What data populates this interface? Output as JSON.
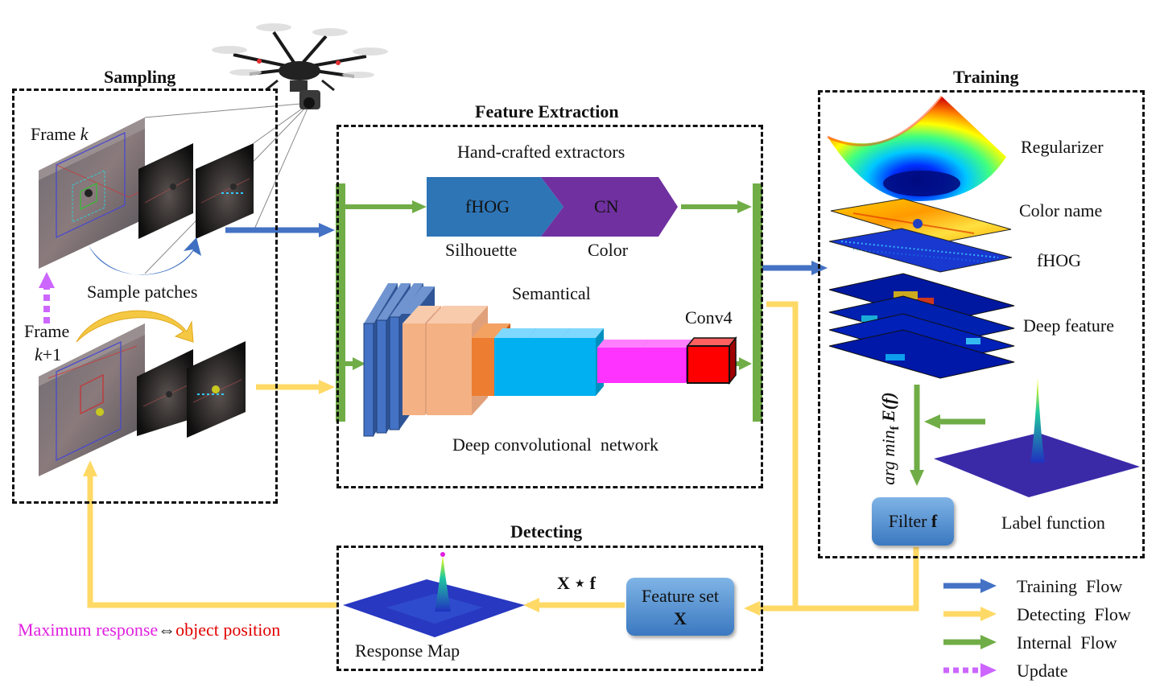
{
  "sections": {
    "sampling": "Sampling",
    "feature_extraction": "Feature Extraction",
    "training": "Training",
    "detecting": "Detecting"
  },
  "sampling": {
    "frame_k": "Frame",
    "frame_k_var": "k",
    "frame_k1_line1": "Frame",
    "frame_k1_var": "k",
    "frame_k1_suffix": "+1",
    "sample_patches": "Sample patches"
  },
  "feature_extraction": {
    "handcrafted": "Hand-crafted extractors",
    "fhog": "fHOG",
    "cn": "CN",
    "silhouette": "Silhouette",
    "color": "Color",
    "semantical": "Semantical",
    "conv4": "Conv4",
    "deep_network": "Deep convolutional  network"
  },
  "training": {
    "regularizer": "Regularizer",
    "color_name": "Color name",
    "fhog": "fHOG",
    "deep_feature": "Deep feature",
    "argmin": "arg min",
    "argmin_sub": "f",
    "argmin_expr": "E(f)",
    "filter_label": "Filter ",
    "filter_var": "f",
    "label_function": "Label function"
  },
  "detecting": {
    "feature_set_line1": "Feature set",
    "feature_set_line2": "X",
    "conv_expr": "X ⋆ f",
    "response_map": "Response Map",
    "max_response": "Maximum response",
    "equiv": "⇔",
    "object_position": "object position"
  },
  "legend": [
    {
      "label": "Training  Flow",
      "color": "#4472c4",
      "style": "solid"
    },
    {
      "label": "Detecting  Flow",
      "color": "#ffd966",
      "style": "solid"
    },
    {
      "label": "Internal  Flow",
      "color": "#70ad47",
      "style": "solid"
    },
    {
      "label": "Update",
      "color": "#cc66ff",
      "style": "dotted"
    }
  ],
  "colors": {
    "training_flow": "#4472c4",
    "detecting_flow": "#ffd966",
    "internal_flow": "#70ad47",
    "update": "#cc66ff",
    "fhog_box": "#2e75b6",
    "cn_box": "#7030a0",
    "magenta_text": "#e020e0",
    "red_text": "#e00000"
  }
}
